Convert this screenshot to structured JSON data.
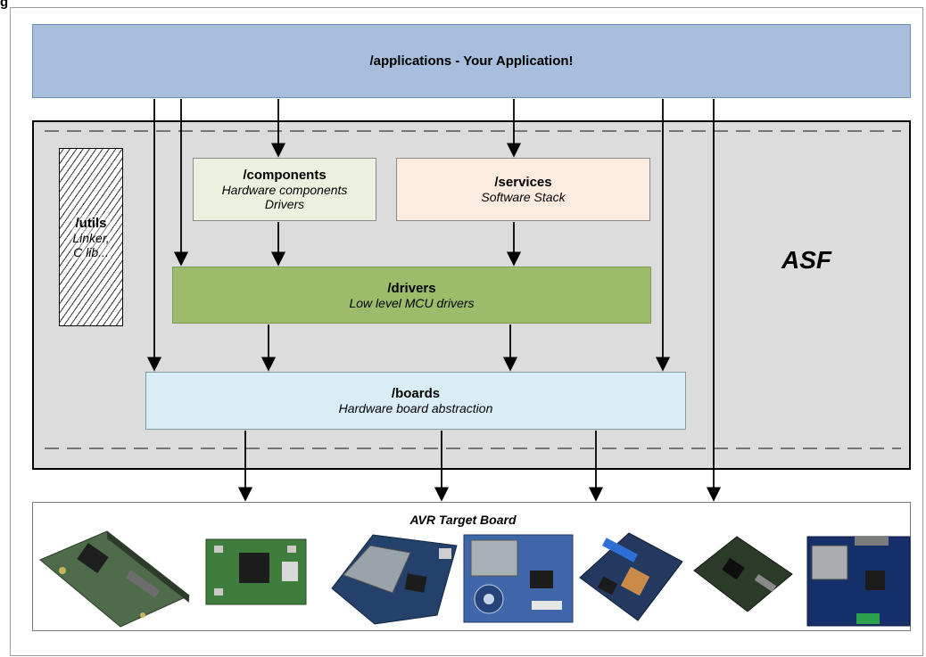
{
  "figure": {
    "caption_fragment": "g"
  },
  "applications": {
    "title": "/applications - Your Application!",
    "color": "#a7bedc"
  },
  "asf": {
    "label": "ASF",
    "color": "#dcdcdc"
  },
  "utils": {
    "title": "/utils",
    "line1": "Linker,",
    "line2": "C lib..."
  },
  "components": {
    "title": "/components",
    "line1": "Hardware components",
    "line2": "Drivers",
    "color": "#ebf1de"
  },
  "services": {
    "title": "/services",
    "line1": "Software Stack",
    "color": "#fcebdf"
  },
  "drivers": {
    "title": "/drivers",
    "line1": "Low level MCU drivers",
    "color": "#9cbc6c"
  },
  "boards": {
    "title": "/boards",
    "line1": "Hardware board abstraction",
    "color": "#d9eef4"
  },
  "target": {
    "title": "AVR Target Board",
    "board_pictures": [
      {
        "name": "dev-board-1"
      },
      {
        "name": "dev-board-2"
      },
      {
        "name": "dev-board-3"
      },
      {
        "name": "dev-board-4"
      },
      {
        "name": "dev-board-5"
      },
      {
        "name": "dev-board-6"
      },
      {
        "name": "dev-board-7"
      }
    ]
  }
}
